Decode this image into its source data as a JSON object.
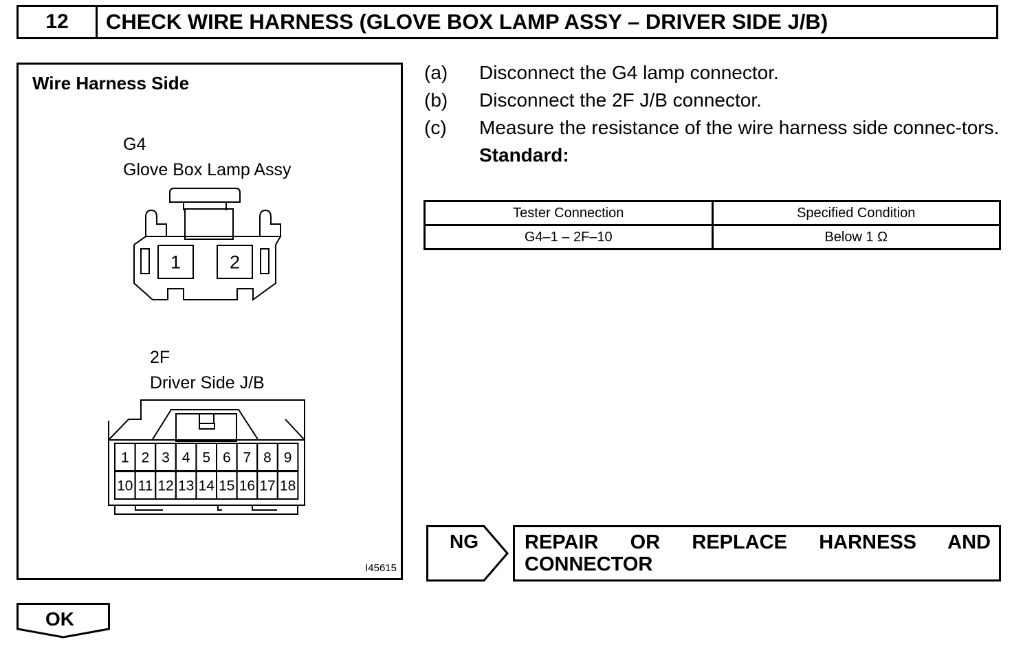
{
  "header": {
    "step_number": "12",
    "title": "CHECK WIRE HARNESS (GLOVE BOX LAMP ASSY – DRIVER SIDE J/B)"
  },
  "figure": {
    "heading": "Wire Harness Side",
    "connector_g4": {
      "code": "G4",
      "name": "Glove Box Lamp Assy",
      "pins": [
        "1",
        "2"
      ]
    },
    "connector_2f": {
      "code": "2F",
      "name": "Driver Side J/B",
      "pins_top": [
        "1",
        "2",
        "3",
        "4",
        "5",
        "6",
        "7",
        "8",
        "9"
      ],
      "pins_bottom": [
        "10",
        "11",
        "12",
        "13",
        "14",
        "15",
        "16",
        "17",
        "18"
      ]
    },
    "figure_id": "I45615"
  },
  "steps": [
    {
      "letter": "(a)",
      "text": "Disconnect the G4 lamp connector."
    },
    {
      "letter": "(b)",
      "text": "Disconnect the 2F J/B connector."
    },
    {
      "letter": "(c)",
      "text": "Measure the resistance of the wire harness side connec-tors."
    }
  ],
  "standard_label": "Standard:",
  "table": {
    "headers": [
      "Tester Connection",
      "Specified Condition"
    ],
    "rows": [
      [
        "G4–1 – 2F–10",
        "Below 1 Ω"
      ]
    ]
  },
  "ng": {
    "label": "NG",
    "action": "REPAIR OR REPLACE HARNESS AND CONNECTOR"
  },
  "ok": {
    "label": "OK"
  }
}
